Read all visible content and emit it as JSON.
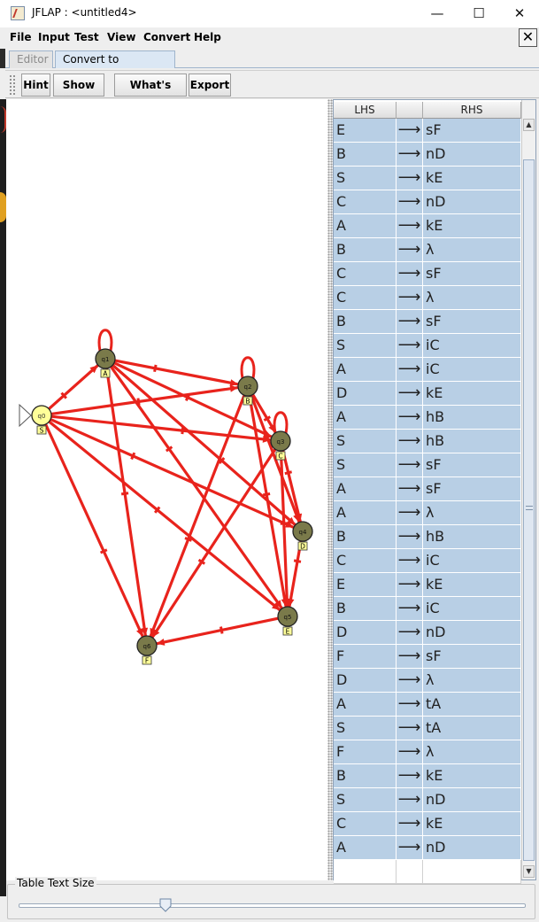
{
  "window": {
    "title": "JFLAP : <untitled4>",
    "minimize_glyph": "—",
    "maximize_glyph": "☐",
    "close_glyph": "✕"
  },
  "menu": {
    "items": [
      "File",
      "Input",
      "Test",
      "View",
      "Convert",
      "Help"
    ],
    "close_glyph": "✕"
  },
  "tabs": [
    "Editor",
    "Convert to Grammar"
  ],
  "active_tab": "Convert to Grammar",
  "toolbar": {
    "buttons": [
      "Hint",
      "Show All",
      "What's Left?",
      "Export"
    ]
  },
  "automaton": {
    "initial_state": "q0",
    "states": [
      {
        "id": "q0",
        "label": "S",
        "fill": "#ffff99"
      },
      {
        "id": "q1",
        "label": "A",
        "fill": "#7a7a4a"
      },
      {
        "id": "q2",
        "label": "B",
        "fill": "#7a7a4a"
      },
      {
        "id": "q3",
        "label": "C",
        "fill": "#7a7a4a"
      },
      {
        "id": "q4",
        "label": "D",
        "fill": "#7a7a4a"
      },
      {
        "id": "q5",
        "label": "E",
        "fill": "#7a7a4a"
      },
      {
        "id": "q6",
        "label": "F",
        "fill": "#7a7a4a"
      }
    ],
    "transition_color": "#e8231c",
    "highlight_label_fill": "#ffff99"
  },
  "grammar_table": {
    "columns": [
      "LHS",
      "",
      "RHS"
    ],
    "arrow": "⟶",
    "rows": [
      {
        "lhs": "E",
        "rhs": "sF"
      },
      {
        "lhs": "B",
        "rhs": "nD"
      },
      {
        "lhs": "S",
        "rhs": "kE"
      },
      {
        "lhs": "C",
        "rhs": "nD"
      },
      {
        "lhs": "A",
        "rhs": "kE"
      },
      {
        "lhs": "B",
        "rhs": "λ"
      },
      {
        "lhs": "C",
        "rhs": "sF"
      },
      {
        "lhs": "C",
        "rhs": "λ"
      },
      {
        "lhs": "B",
        "rhs": "sF"
      },
      {
        "lhs": "S",
        "rhs": "iC"
      },
      {
        "lhs": "A",
        "rhs": "iC"
      },
      {
        "lhs": "D",
        "rhs": "kE"
      },
      {
        "lhs": "A",
        "rhs": "hB"
      },
      {
        "lhs": "S",
        "rhs": "hB"
      },
      {
        "lhs": "S",
        "rhs": "sF"
      },
      {
        "lhs": "A",
        "rhs": "sF"
      },
      {
        "lhs": "A",
        "rhs": "λ"
      },
      {
        "lhs": "B",
        "rhs": "hB"
      },
      {
        "lhs": "C",
        "rhs": "iC"
      },
      {
        "lhs": "E",
        "rhs": "kE"
      },
      {
        "lhs": "B",
        "rhs": "iC"
      },
      {
        "lhs": "D",
        "rhs": "nD"
      },
      {
        "lhs": "F",
        "rhs": "sF"
      },
      {
        "lhs": "D",
        "rhs": "λ"
      },
      {
        "lhs": "A",
        "rhs": "tA"
      },
      {
        "lhs": "S",
        "rhs": "tA"
      },
      {
        "lhs": "F",
        "rhs": "λ"
      },
      {
        "lhs": "B",
        "rhs": "kE"
      },
      {
        "lhs": "S",
        "rhs": "nD"
      },
      {
        "lhs": "C",
        "rhs": "kE"
      },
      {
        "lhs": "A",
        "rhs": "nD"
      }
    ],
    "row_color": "#b8cfe5"
  },
  "slider": {
    "title": "Table Text Size",
    "value_fraction": 0.29
  }
}
